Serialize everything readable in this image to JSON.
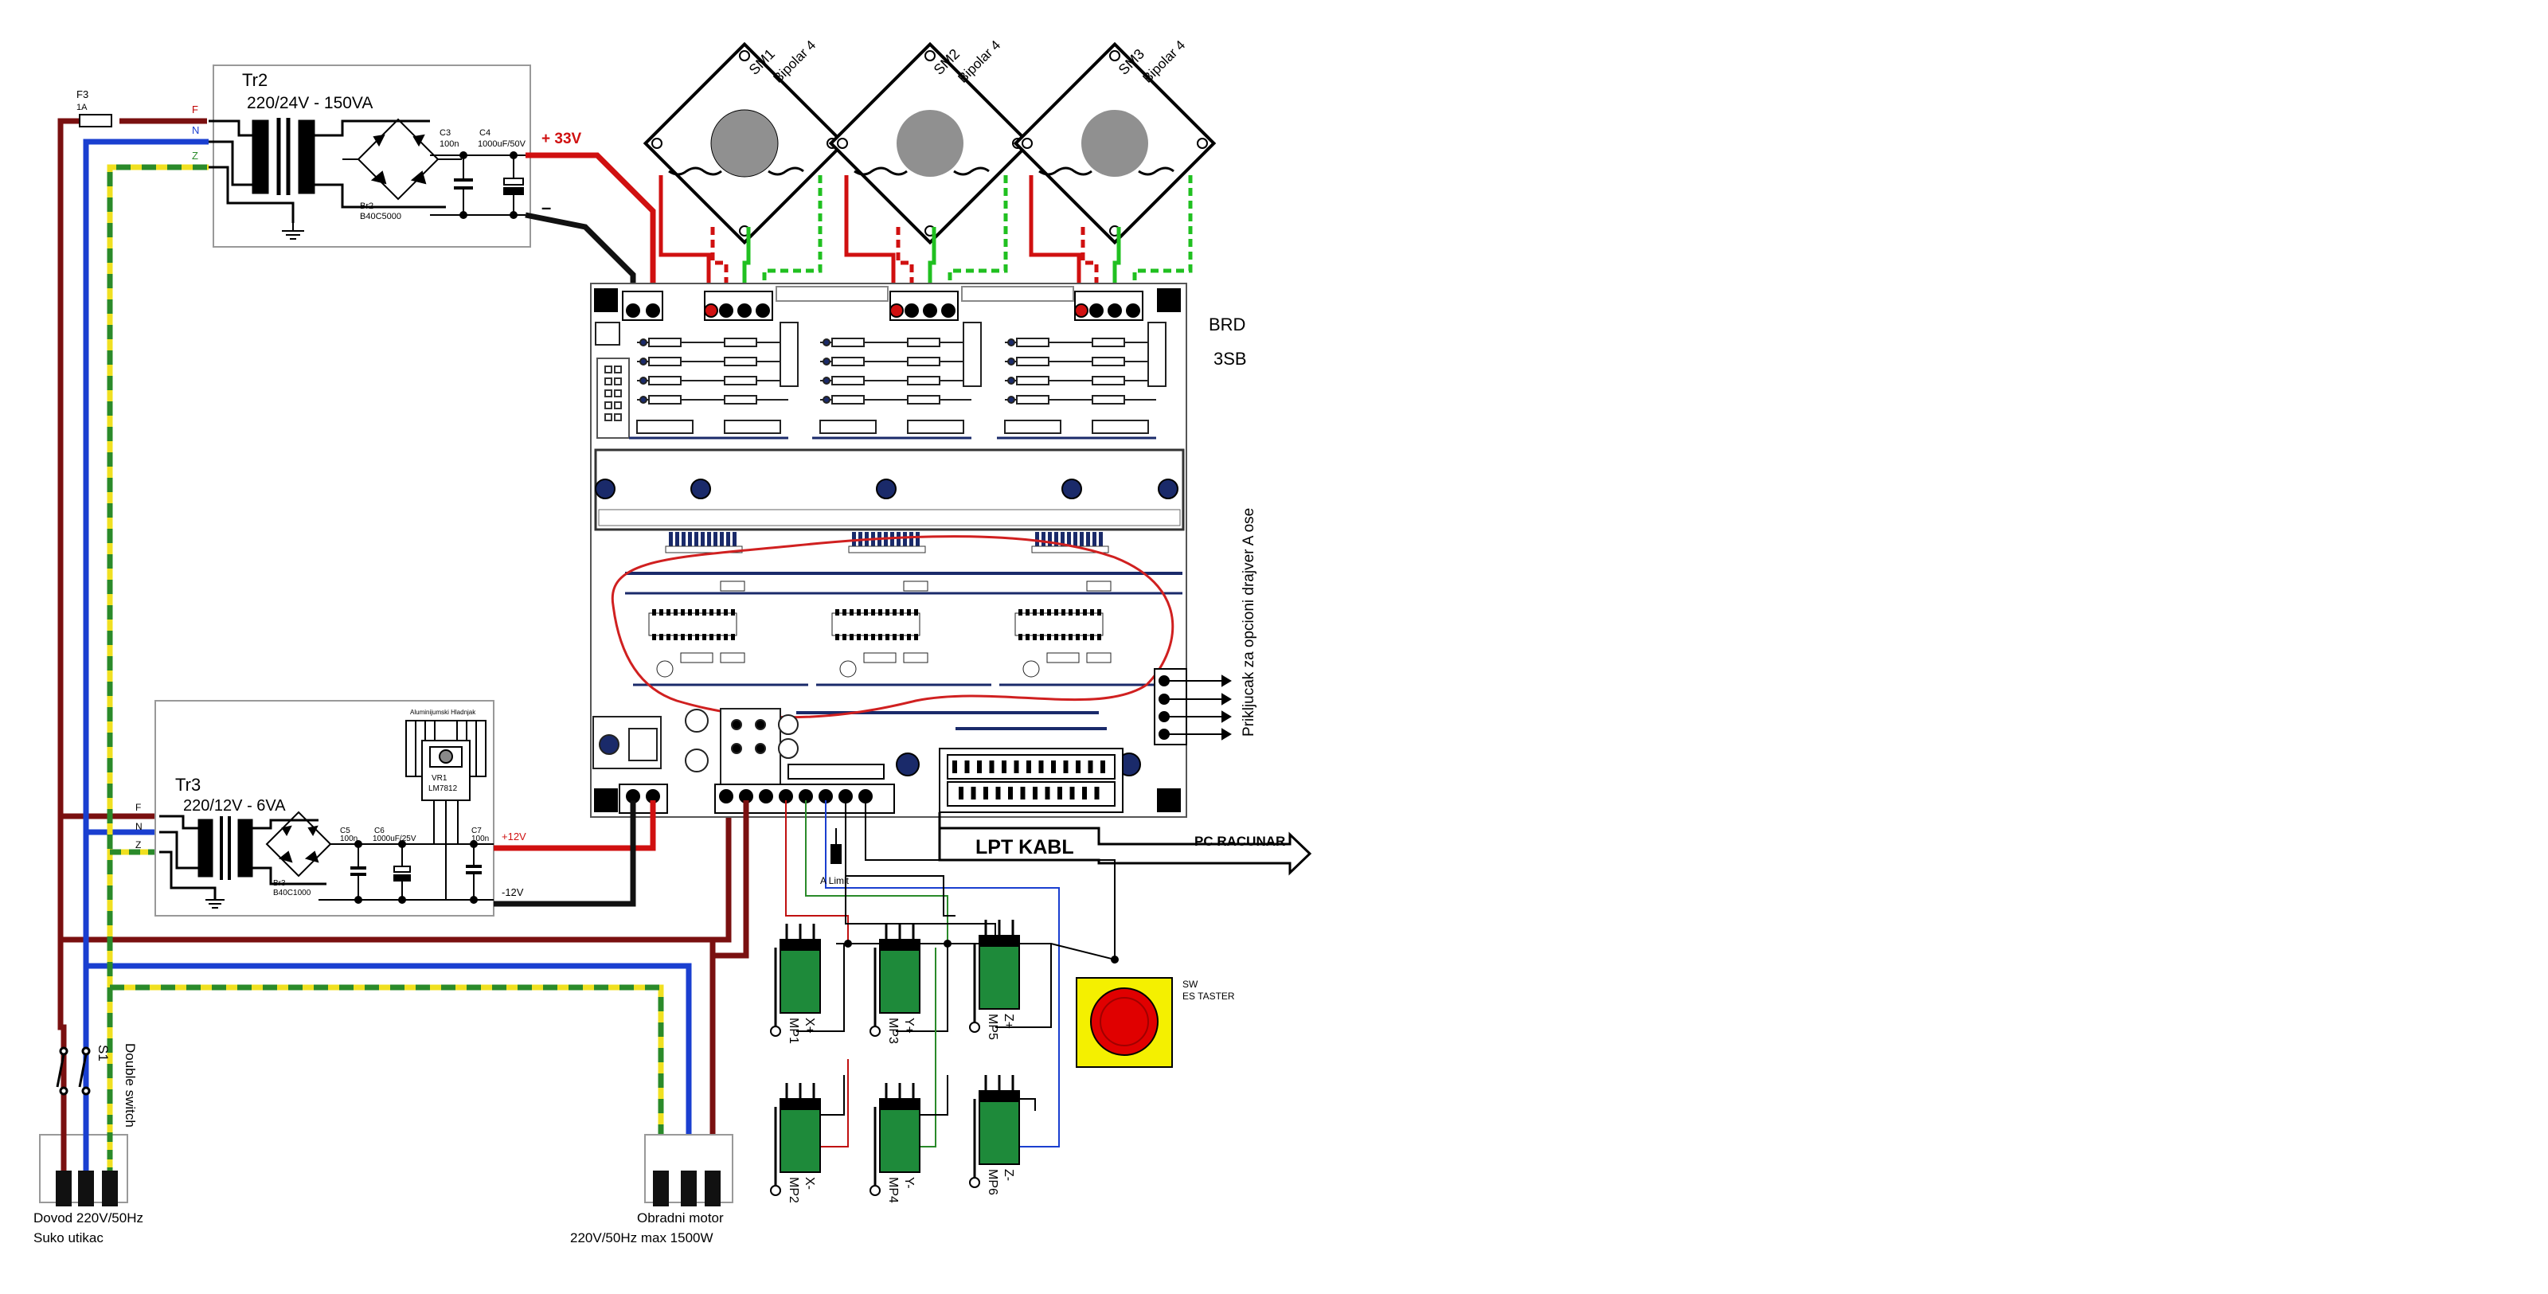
{
  "power_transformer": {
    "fuse_label": "F3",
    "fuse_rating": "1A",
    "name": "Tr2",
    "rating": "220/24V - 150VA",
    "phase_labels": [
      "F",
      "N",
      "Z"
    ],
    "c3_label": "C3",
    "c3_value": "100n",
    "c4_label": "C4",
    "c4_value": "1000uF/50V",
    "bridge_label": "Br2",
    "bridge_value": "B40C5000",
    "output_plus": "+ 33V",
    "output_minus": "–"
  },
  "logic_transformer": {
    "name": "Tr3",
    "rating": "220/12V - 6VA",
    "phase_labels": [
      "F",
      "N",
      "Z"
    ],
    "bridge_label": "Br3",
    "bridge_value": "B40C1000",
    "c5_label": "C5",
    "c5_value": "100n",
    "c6_label": "C6",
    "c6_value": "1000uF/25V",
    "c7_label": "C7",
    "c7_value": "100n",
    "regulator_label": "VR1",
    "regulator_value": "LM7812",
    "heatsink_label": "Aluminijumski Hladnjak",
    "output_plus": "+12V",
    "output_minus": "-12V"
  },
  "steppers": [
    {
      "name": "SM1",
      "type": "Bipolar 4"
    },
    {
      "name": "SM2",
      "type": "Bipolar 4"
    },
    {
      "name": "SM3",
      "type": "Bipolar 4"
    }
  ],
  "board": {
    "name": "BRD",
    "model": "3SB",
    "aux_connector_label": "Prikljucak za opcioni drajver A ose"
  },
  "lpt": {
    "cable_label": "LPT KABL",
    "pc_label": "PC RACUNAR"
  },
  "limit": {
    "a_limit_label": "A Limit"
  },
  "estop": {
    "name": "SW",
    "type": "ES TASTER"
  },
  "limit_switches": [
    {
      "name": "MP1",
      "axis": "X+"
    },
    {
      "name": "MP3",
      "axis": "Y+"
    },
    {
      "name": "MP5",
      "axis": "Z+"
    },
    {
      "name": "MP2",
      "axis": "X-"
    },
    {
      "name": "MP4",
      "axis": "Y-"
    },
    {
      "name": "MP6",
      "axis": "Z-"
    }
  ],
  "mains": {
    "switch_label": "S1",
    "switch_type": "Double switch",
    "input_line1": "Dovod 220V/50Hz",
    "input_line2": "Suko utikac",
    "motor_line1": "Obradni motor",
    "motor_line2": "220V/50Hz max 1500W"
  },
  "colors": {
    "phase": "#7a1010",
    "neutral": "#1a3fd0",
    "ground_a": "#f0e020",
    "ground_b": "#2a8a2a",
    "positive": "#d01010",
    "negative": "#111111",
    "signal_green": "#20c020",
    "switch_body": "#1e8a3a",
    "estop_red": "#e00000",
    "estop_yellow": "#f4f000",
    "ellipse": "#d02020"
  }
}
